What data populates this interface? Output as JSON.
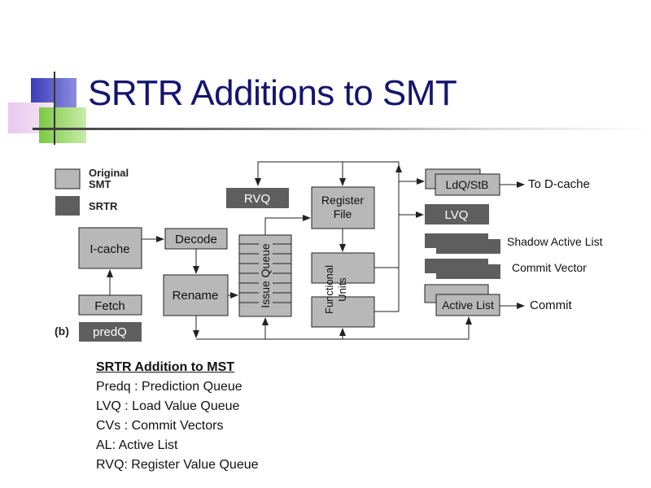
{
  "slide": {
    "title": "SRTR Additions to SMT"
  },
  "diagram": {
    "legend": {
      "original": "Original SMT",
      "original_line1": "Original",
      "original_line2": "SMT",
      "srtr": "SRTR"
    },
    "panel_label": "(b)",
    "blocks": {
      "icache": "I-cache",
      "decode": "Decode",
      "rename": "Rename",
      "fetch": "Fetch",
      "predq": "predQ",
      "rvq": "RVQ",
      "register_file_1": "Register",
      "register_file_2": "File",
      "issue_queue": "Issue Queue",
      "functional_units_1": "Functional",
      "functional_units_2": "Units",
      "ldq_stb": "LdQ/StB",
      "lvq": "LVQ",
      "active_list": "Active List"
    },
    "outputs": {
      "to_dcache": "To D-cache",
      "shadow_active_list": "Shadow Active List",
      "commit_vector": "Commit Vector",
      "commit": "Commit"
    },
    "colors": {
      "original_fill": "#b8b8b8",
      "srtr_fill": "#5e5e5e",
      "stroke": "#222222"
    }
  },
  "notes": {
    "heading": "SRTR Addition to MST",
    "lines": [
      "Predq : Prediction Queue",
      "LVQ : Load Value Queue",
      "CVs : Commit Vectors",
      "AL: Active List",
      "RVQ: Register Value Queue"
    ]
  }
}
